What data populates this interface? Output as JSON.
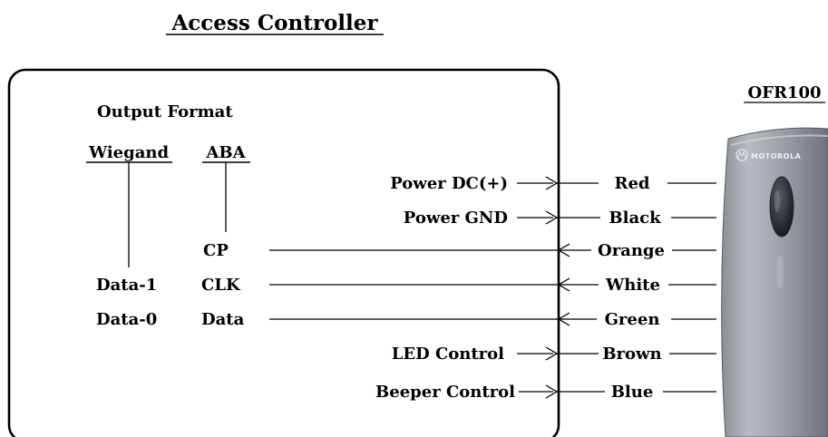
{
  "controller": {
    "title": "Access Controller",
    "output_format_label": "Output Format",
    "wiegand_label": "Wiegand",
    "aba_label": "ABA"
  },
  "reader": {
    "title": "OFR100",
    "brand": "MOTOROLA"
  },
  "connections": [
    {
      "id": "power-dc",
      "left_label": "",
      "mid_label": "",
      "signal": "Power DC(+)",
      "wire": "Red",
      "direction": "to-reader"
    },
    {
      "id": "power-gnd",
      "left_label": "",
      "mid_label": "",
      "signal": "Power GND",
      "wire": "Black",
      "direction": "to-reader"
    },
    {
      "id": "cp",
      "left_label": "",
      "mid_label": "CP",
      "signal": "",
      "wire": "Orange",
      "direction": "to-controller"
    },
    {
      "id": "clk",
      "left_label": "Data-1",
      "mid_label": "CLK",
      "signal": "",
      "wire": "White",
      "direction": "to-controller"
    },
    {
      "id": "data",
      "left_label": "Data-0",
      "mid_label": "Data",
      "signal": "",
      "wire": "Green",
      "direction": "to-controller"
    },
    {
      "id": "led",
      "left_label": "",
      "mid_label": "",
      "signal": "LED Control",
      "wire": "Brown",
      "direction": "to-reader"
    },
    {
      "id": "beeper",
      "left_label": "",
      "mid_label": "",
      "signal": "Beeper Control",
      "wire": "Blue",
      "direction": "to-reader"
    }
  ]
}
